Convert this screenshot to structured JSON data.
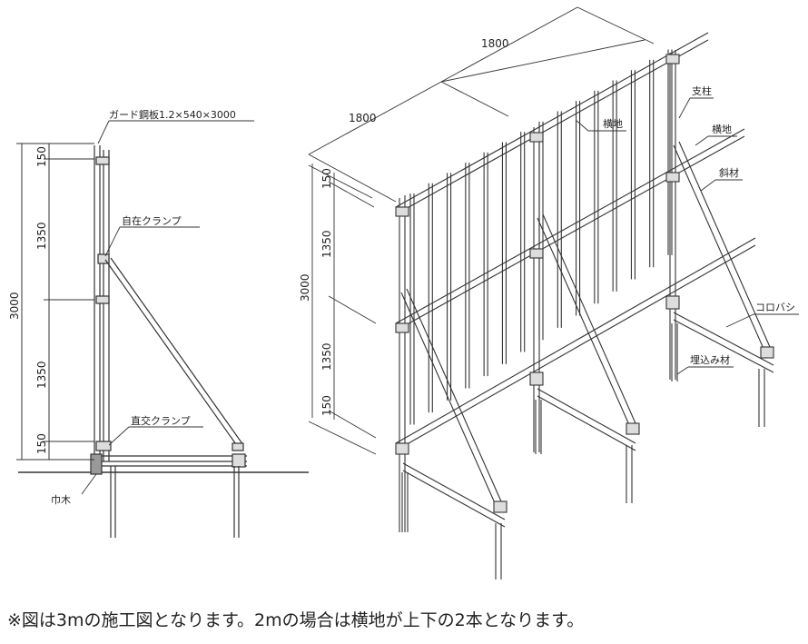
{
  "side_view": {
    "guard_plate_label": "ガード鋼板1.2×540×3000",
    "free_clamp_label": "自在クランプ",
    "cross_clamp_label": "直交クランプ",
    "baseboard_label": "巾木",
    "dim_total": "3000",
    "dim_top": "150",
    "dim_upper": "1350",
    "dim_lower": "1350",
    "dim_bottom": "150"
  },
  "iso_view": {
    "dim_span_back": "1800",
    "dim_span_front": "1800",
    "dim_total": "3000",
    "dim_top": "150",
    "dim_upper": "1350",
    "dim_lower": "1350",
    "dim_bottom": "150",
    "label_post": "支柱",
    "label_horizontal_outer": "横地",
    "label_horizontal_inner": "横地",
    "label_brace": "斜材",
    "label_roller": "コロバシ",
    "label_embedded": "埋込み材"
  },
  "caption": "※図は3mの施工図となります。2mの場合は横地が上下の2本となります。"
}
